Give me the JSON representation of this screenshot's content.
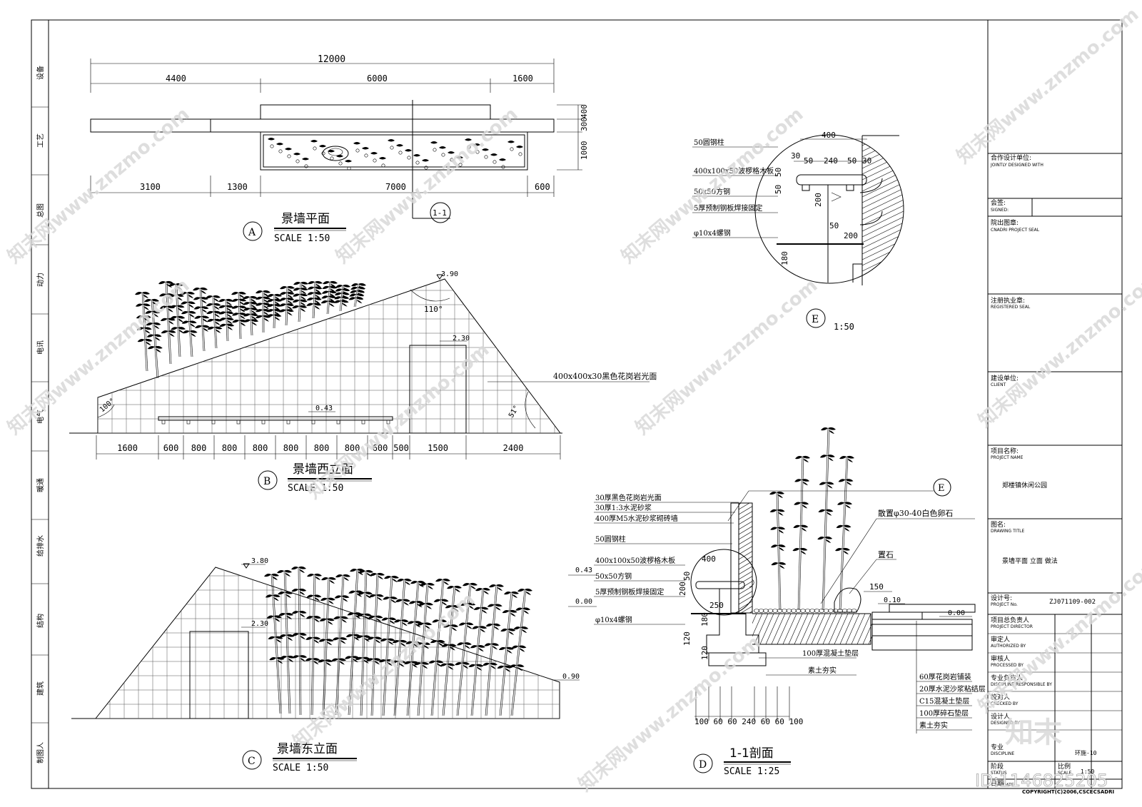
{
  "side_strip": [
    "设备",
    "工艺",
    "总图",
    "动力",
    "电讯",
    "电气",
    "暖通",
    "给排水",
    "结构",
    "建筑",
    "制图人"
  ],
  "title_block": {
    "jointly_cn": "合作设计单位:",
    "jointly_en": "JOINTLY DESIGNED WITH",
    "signed_cn": "会签:",
    "signed_en": "SIGNED:",
    "seal_cn": "院出图章:",
    "seal_en": "CNADRI PROJECT SEAL",
    "reg_cn": "注册执业章:",
    "reg_en": "REGISTERED SEAL",
    "client_cn": "建设单位:",
    "client_en": "CLIENT",
    "project_cn": "项目名称:",
    "project_en": "PROJECT NAME",
    "project_value": "郑楼镇休闲公园",
    "title_cn": "图名:",
    "title_en": "DRAWING TITLE",
    "title_value": "景墙平面 立面 做法",
    "no_cn": "设计号:",
    "no_en": "PROJECT No.",
    "no_value": "ZJ071109-002",
    "rows": [
      {
        "cn": "项目总负责人",
        "en": "PROJECT DIRECTOR"
      },
      {
        "cn": "审定人",
        "en": "AUTHORIZED BY"
      },
      {
        "cn": "审核人",
        "en": "PROCESSED BY"
      },
      {
        "cn": "专业负责人",
        "en": "DISCIPLINE RESPONSIBLE BY"
      },
      {
        "cn": "校对人",
        "en": "CHECKED BY"
      },
      {
        "cn": "设计人",
        "en": "DESIGNED BY"
      }
    ],
    "discipline_cn": "专业",
    "discipline_en": "DISCIPLINE",
    "sheet_value": "环施-10",
    "status_cn": "阶段",
    "status_en": "STATUS",
    "scale_cn": "比例",
    "scale_en": "SCALE",
    "scale_value": "1:50",
    "date_cn": "日期",
    "date_en": "DATE",
    "copyright": "COPYRIGHT(C)2006,CSCECSADRI"
  },
  "views": {
    "a": {
      "marker": "A",
      "title": "景墙平面",
      "scale": "SCALE   1:50",
      "dims_top": [
        "12000",
        "4400",
        "6000",
        "1600"
      ],
      "dims_bottom": [
        "3100",
        "1300",
        "7000",
        "600"
      ],
      "dims_right": [
        "400",
        "300",
        "1000"
      ],
      "section_mark": "1-1"
    },
    "b": {
      "marker": "B",
      "title": "景墙西立面",
      "scale": "SCALE   1:50",
      "elev_top": "3.90",
      "elev_door": "2.30",
      "elev_bench": "0.43",
      "angle_top": "110°",
      "angle_left": "100°",
      "angle_right": "51°",
      "note": "400x400x30黑色花岗岩光面",
      "dims": [
        "1600",
        "600",
        "800",
        "800",
        "800",
        "800",
        "800",
        "800",
        "600",
        "500",
        "1500",
        "2400"
      ]
    },
    "c": {
      "marker": "C",
      "title": "景墙东立面",
      "scale": "SCALE   1:50",
      "elev_top": "3.80",
      "elev_door": "2.30",
      "elev_right": "0.90"
    },
    "d": {
      "marker": "D",
      "title": "1-1剖面",
      "scale": "SCALE  1:25",
      "callout": "E",
      "left_notes": [
        "30厚黑色花岗岩光面",
        "30厚1:3水泥砂浆",
        "400厚M5水泥砂浆砌砖墙",
        "50圆钢柱",
        "400x100x50波椤格木板",
        "50x50方钢",
        "5厚预制钢板焊接固定",
        "φ10x4螺钢"
      ],
      "elevs": [
        "0.43",
        "0.00",
        "0.10",
        "0.00"
      ],
      "right_notes": [
        "散置φ30-40白色卵石",
        "置石"
      ],
      "base_notes": [
        "100厚混凝土垫层",
        "素土夯实"
      ],
      "paving_notes": [
        "60厚花岗岩铺装",
        "20厚水泥沙浆粘结层",
        "C15混凝土垫层",
        "100厚碎石垫层",
        "素土夯实"
      ],
      "dims": [
        "400",
        "50",
        "200",
        "250",
        "180",
        "120",
        "120",
        "150"
      ],
      "base_dims": "100 60 60 240 60 60 100"
    },
    "e": {
      "marker": "E",
      "scale": "1:50",
      "notes": [
        "50圆钢柱",
        "400x100x50波椤格木板",
        "50x50方钢",
        "5厚预制钢板焊接固定",
        "φ10x4螺钢"
      ],
      "dims": [
        "400",
        "30",
        "50",
        "240",
        "50",
        "30",
        "50",
        "50",
        "200",
        "50",
        "200",
        "180"
      ]
    }
  },
  "watermark": {
    "text": "知末网www.znzmo.com",
    "logo": "知末",
    "id": "ID:1146825205"
  }
}
